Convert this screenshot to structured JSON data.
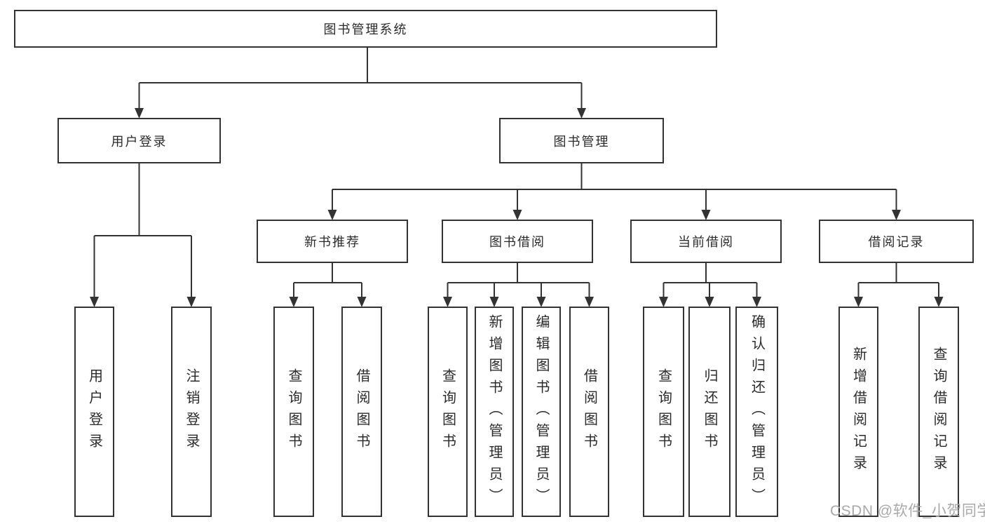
{
  "watermark": "CSDN @软件_小贺同学",
  "colors": {
    "line": "#333333",
    "text": "#2b2b2b",
    "watermark": "#a9a9a9",
    "background": "#ffffff"
  },
  "tree": {
    "label": "图书管理系统",
    "children": [
      {
        "label": "用户登录",
        "children": [
          {
            "label": "用户登录"
          },
          {
            "label": "注销登录"
          }
        ]
      },
      {
        "label": "图书管理",
        "children": [
          {
            "label": "新书推荐",
            "children": [
              {
                "label": "查询图书"
              },
              {
                "label": "借阅图书"
              }
            ]
          },
          {
            "label": "图书借阅",
            "children": [
              {
                "label": "查询图书"
              },
              {
                "label": "新增图书（管理员）"
              },
              {
                "label": "编辑图书（管理员）"
              },
              {
                "label": "借阅图书"
              }
            ]
          },
          {
            "label": "当前借阅",
            "children": [
              {
                "label": "查询图书"
              },
              {
                "label": "归还图书"
              },
              {
                "label": "确认归还（管理员）"
              }
            ]
          },
          {
            "label": "借阅记录",
            "children": [
              {
                "label": "新增借阅记录"
              },
              {
                "label": "查询借阅记录"
              }
            ]
          }
        ]
      }
    ]
  }
}
